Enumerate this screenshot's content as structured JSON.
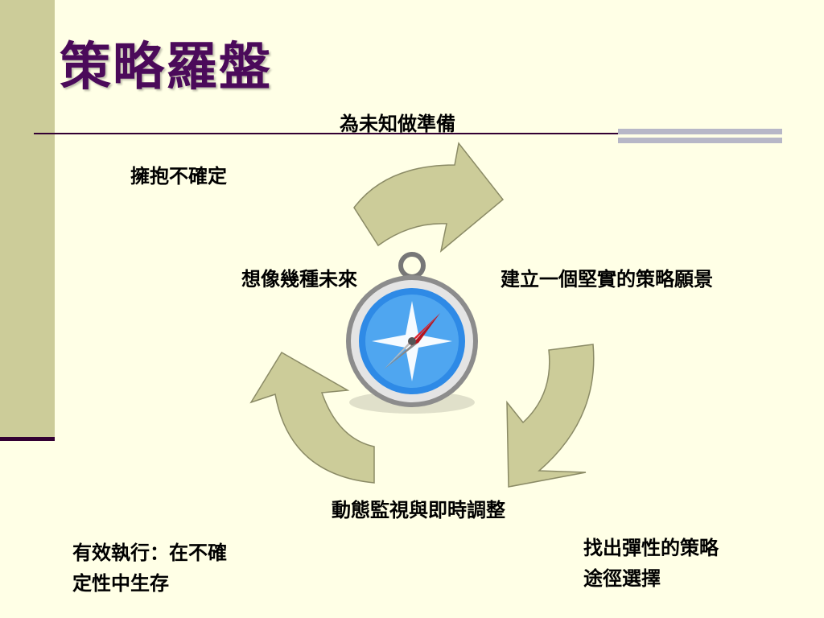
{
  "slide": {
    "title": "策略羅盤",
    "labels": {
      "top": "為未知做準備",
      "upper_left": "擁抱不確定",
      "center_left": "想像幾種未來",
      "center_right": "建立一個堅實的策略願景",
      "bottom": "動態監視與即時調整",
      "bottom_right_line1": "找出彈性的策略",
      "bottom_right_line2": "途徑選擇",
      "bottom_left_line1": "有效執行：在不確",
      "bottom_left_line2": "定性中生存"
    }
  },
  "colors": {
    "background": "#FFFFE6",
    "sidebar": "#CCCC99",
    "title": "#4B0A5A",
    "arrow_fill": "#CCCC99",
    "arrow_stroke": "#8B8B66",
    "compass_blue": "#2E8AE6",
    "needle_red": "#E0202A"
  },
  "icons": {
    "compass": "compass-icon",
    "arrows": "curved-arrow-icon"
  }
}
